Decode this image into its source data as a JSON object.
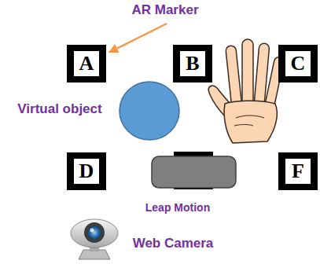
{
  "diagram": {
    "nodes": [
      {
        "text": [
          "A"
        ]
      },
      {
        "text": [
          "B"
        ]
      },
      {
        "text": [
          "C"
        ]
      },
      {
        "text": [
          "D"
        ]
      },
      {
        "text": [
          "F"
        ]
      }
    ],
    "labels": [
      "AR Marker",
      "Virtual object",
      "Leap Motion",
      "Web Camera"
    ]
  }
}
